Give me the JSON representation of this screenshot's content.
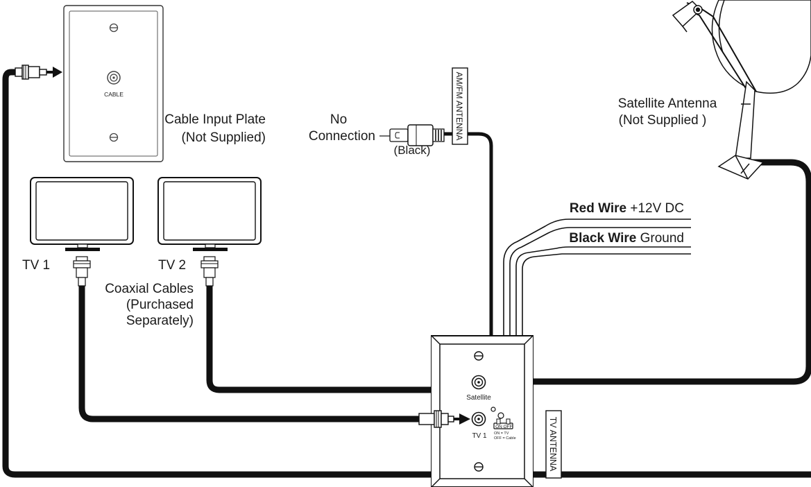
{
  "cable_plate": {
    "jack_label": "CABLE",
    "title": "Cable Input Plate",
    "note": "(Not Supplied)"
  },
  "tvs": [
    {
      "label": "TV 1"
    },
    {
      "label": "TV 2"
    }
  ],
  "coax": {
    "line1": "Coaxial Cables",
    "line2": "(Purchased",
    "line3": "Separately)"
  },
  "no_connection": {
    "line1": "No",
    "line2": "Connection",
    "plug_color": "(Black)"
  },
  "amfm_antenna": {
    "label": "AM/FM ANTENNA"
  },
  "satellite_antenna": {
    "title": "Satellite Antenna",
    "note": "(Not Supplied )"
  },
  "power": {
    "red_wire": {
      "name": "Red Wire",
      "spec": "+12V DC"
    },
    "black_wire": {
      "name": "Black Wire",
      "spec": "Ground"
    }
  },
  "switch_box": {
    "satellite_label": "Satellite",
    "tv1_label": "TV 1",
    "switch_on": "ON",
    "switch_off": "OFF",
    "legend_on": "ON = TV",
    "legend_off": "OFF = Cable"
  },
  "tv_antenna": {
    "label": "TV ANTENNA"
  }
}
